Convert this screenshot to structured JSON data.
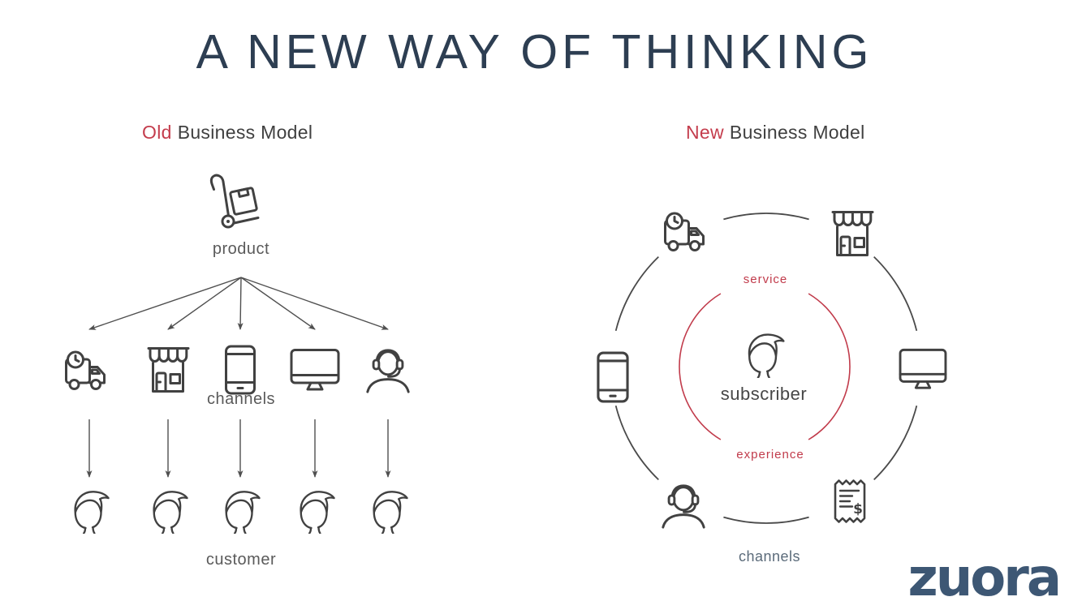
{
  "title": "A NEW WAY OF THINKING",
  "colors": {
    "title_navy": "#2d3e52",
    "accent_red": "#c43d4d",
    "heading_gray": "#404040",
    "label_gray": "#5a5a5a",
    "icon_stroke": "#414141",
    "ring_gray": "#4a4a4a",
    "channels_slate": "#5b6b7a",
    "logo_blue": "#3d5774"
  },
  "old_model": {
    "heading_highlight": "Old",
    "heading_rest": "Business Model",
    "product_label": "product",
    "channels_label": "channels",
    "customer_label": "customer",
    "product_icon": "hand-truck-icon",
    "channel_icons": [
      "delivery-truck-icon",
      "storefront-icon",
      "smartphone-icon",
      "desktop-icon",
      "support-agent-icon"
    ],
    "customer_icons": [
      "person-icon",
      "person-icon",
      "person-icon",
      "person-icon",
      "person-icon"
    ]
  },
  "new_model": {
    "heading_highlight": "New",
    "heading_rest": "Business Model",
    "service_label": "service",
    "experience_label": "experience",
    "subscriber_label": "subscriber",
    "channels_label": "channels",
    "center_icon": "person-icon",
    "ring_icons": [
      "delivery-truck-icon",
      "storefront-icon",
      "tablet-icon",
      "desktop-icon",
      "support-agent-icon",
      "billing-receipt-icon"
    ]
  },
  "logo": {
    "text": "zuora"
  }
}
